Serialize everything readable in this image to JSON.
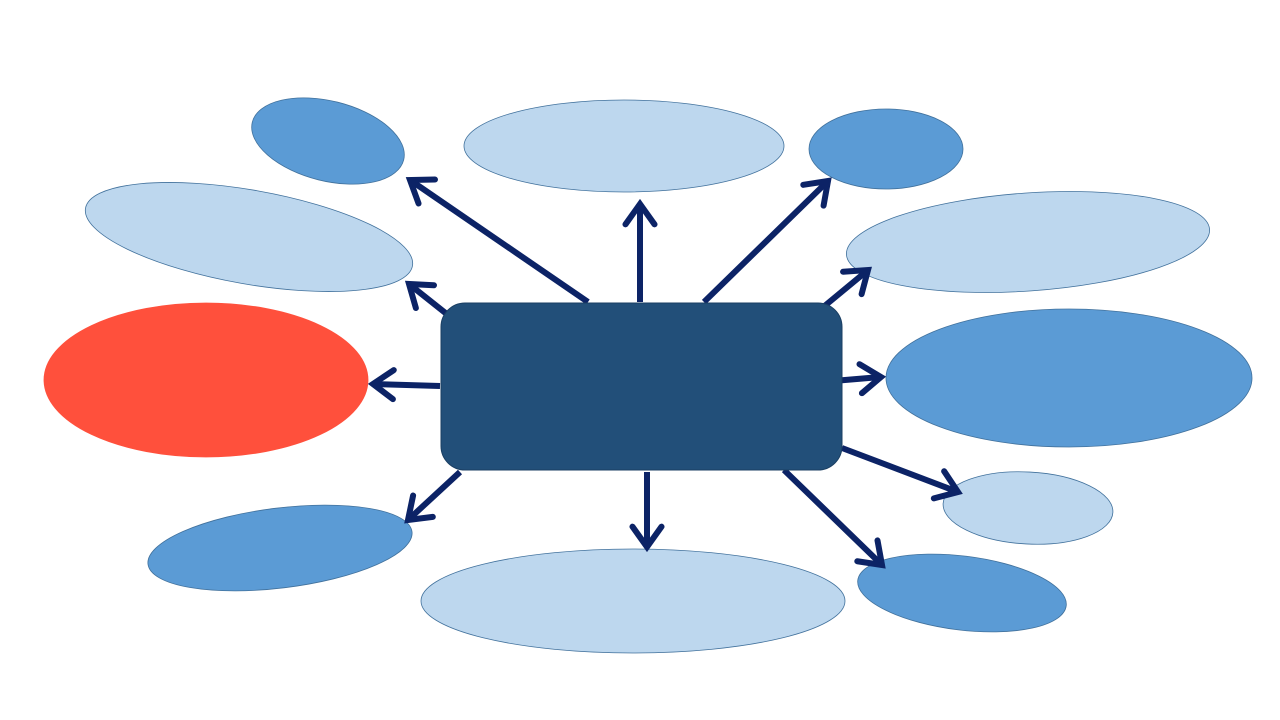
{
  "diagram": {
    "colors": {
      "central_box": "#224F79",
      "bubble_light": "#BDD7EE",
      "bubble_mid": "#5B9BD5",
      "bubble_highlight": "#FF503C",
      "outline": "#41719C",
      "arrow": "#0C2366"
    },
    "central_box": {
      "label": ""
    },
    "bubbles": [
      {
        "id": "top-left-small",
        "fill": "bubble_mid",
        "label": ""
      },
      {
        "id": "top-center",
        "fill": "bubble_light",
        "label": ""
      },
      {
        "id": "top-right-small",
        "fill": "bubble_mid",
        "label": ""
      },
      {
        "id": "upper-left",
        "fill": "bubble_light",
        "label": ""
      },
      {
        "id": "upper-right",
        "fill": "bubble_light",
        "label": ""
      },
      {
        "id": "left-highlight",
        "fill": "bubble_highlight",
        "label": ""
      },
      {
        "id": "right-large",
        "fill": "bubble_mid",
        "label": ""
      },
      {
        "id": "lower-right-small",
        "fill": "bubble_light",
        "label": ""
      },
      {
        "id": "bottom-left",
        "fill": "bubble_mid",
        "label": ""
      },
      {
        "id": "bottom-center",
        "fill": "bubble_light",
        "label": ""
      },
      {
        "id": "bottom-right",
        "fill": "bubble_mid",
        "label": ""
      }
    ],
    "arrow_count": 11
  }
}
